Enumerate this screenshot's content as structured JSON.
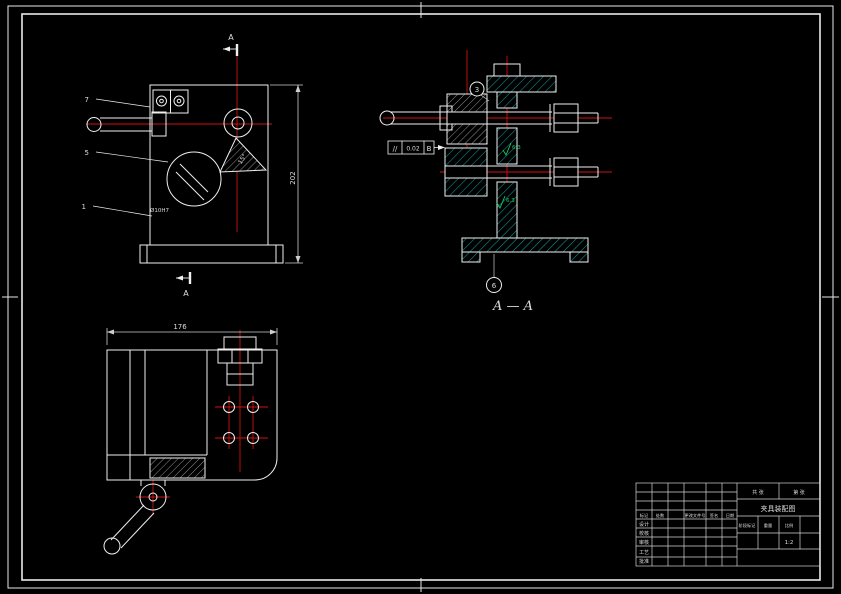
{
  "colors": {
    "background": "#000000",
    "line": "#efefef",
    "centerline": "#d01010",
    "hatch": "#0e9a9a",
    "annotation_green": "#18c964",
    "dim": "#cfcfcf"
  },
  "front_view": {
    "section_label_top": "A",
    "section_label_bottom": "A",
    "dim_height": "202",
    "note_bore": "Ø10H7",
    "note_angle": "15°",
    "balloon_a": "7",
    "balloon_b": "5",
    "balloon_c": "1"
  },
  "section_view": {
    "view_title": "A — A",
    "balloon_top": "3",
    "balloon_bottom": "6",
    "fcf_symbol": "//",
    "fcf_value": "0.02",
    "fcf_datum": "B",
    "finish_top": "6.3",
    "finish_bottom": "6.3"
  },
  "top_view": {
    "dim_width": "176"
  },
  "title_block": {
    "rev_headers": [
      "标记",
      "处数",
      "更改文件号",
      "签名",
      "日期"
    ],
    "sign_rows": [
      "设计",
      "校核",
      "审核",
      "工艺",
      "批准"
    ],
    "stage_label": "阶段标记",
    "weight_label": "重量",
    "scale_label": "比例",
    "scale_value": "1:2",
    "sheet_total": "共 张",
    "sheet_no": "第 张",
    "title": "夹具装配图"
  }
}
